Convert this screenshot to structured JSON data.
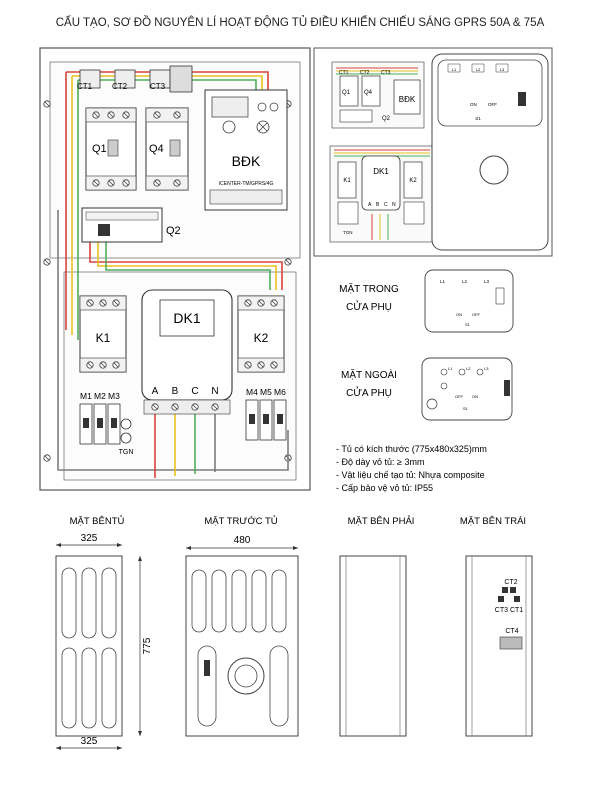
{
  "title": "CẤU TẠO, SƠ ĐỒ NGUYÊN LÍ HOẠT ĐỘNG TỦ ĐIỀU KHIỂN CHIẾU SÁNG GPRS 50A & 75A",
  "panel": {
    "ct1": "CT1",
    "ct2": "CT2",
    "ct3": "CT3",
    "q1": "Q1",
    "q4": "Q4",
    "q2": "Q2",
    "bdk": "BĐK",
    "bdk_model": "ICENTER-TM/GPRS/4G",
    "dk1": "DK1",
    "k1": "K1",
    "k2": "K2",
    "phases": [
      "A",
      "B",
      "C",
      "N"
    ],
    "m_left": [
      "M1",
      "M2",
      "M3"
    ],
    "m_right": [
      "M4",
      "M5",
      "M6"
    ],
    "tgn": "TGN"
  },
  "mini": {
    "ct1": "CT1",
    "ct2": "CT2",
    "ct3": "CT3",
    "q1": "Q1",
    "q4": "Q4",
    "q2": "Q2",
    "bdk": "BĐK",
    "dk1": "DK1",
    "k1": "K1",
    "k2": "K2",
    "phases": [
      "A",
      "B",
      "C",
      "N"
    ],
    "tgn": "TGN",
    "door_l": [
      "L1",
      "L2",
      "L3"
    ],
    "on": "ON",
    "off": "OFF",
    "s1": "S1"
  },
  "door_inner": {
    "label_line1": "MẶT TRONG",
    "label_line2": "CỬA PHỤ",
    "lamps": [
      "L1",
      "L2",
      "L3"
    ],
    "on": "ON",
    "off": "OFF",
    "s1": "S1"
  },
  "door_outer": {
    "label_line1": "MẶT NGOÀI",
    "label_line2": "CỬA PHỤ",
    "lamps": [
      "L1",
      "L2",
      "L3"
    ],
    "on": "ON",
    "off": "OFF",
    "s1": "S1"
  },
  "specs": [
    "- Tủ có kích thước (775x480x325)mm",
    "- Độ dày vỏ tủ: ≥ 3mm",
    "- Vật liệu chế tạo tủ: Nhựa composite",
    "- Cấp bảo vệ vỏ tủ: IP55"
  ],
  "views": {
    "side": "MẶT BÊNTỦ",
    "front": "MẶT TRƯỚC TỦ",
    "right": "MẶT BÊN PHẢI",
    "left": "MẶT BÊN TRÁI"
  },
  "dims": {
    "side_top": "325",
    "side_bottom": "325",
    "front_width": "480",
    "height": "775"
  },
  "left_side": {
    "ct2": "CT2",
    "ct3ct1": "CT3 CT1",
    "ct4": "CT4"
  },
  "colors": {
    "red": "#d9443a",
    "yellow": "#e8c21e",
    "green": "#4fae5a",
    "gray": "#7d7d7d",
    "blue": "#3a6fc4"
  }
}
